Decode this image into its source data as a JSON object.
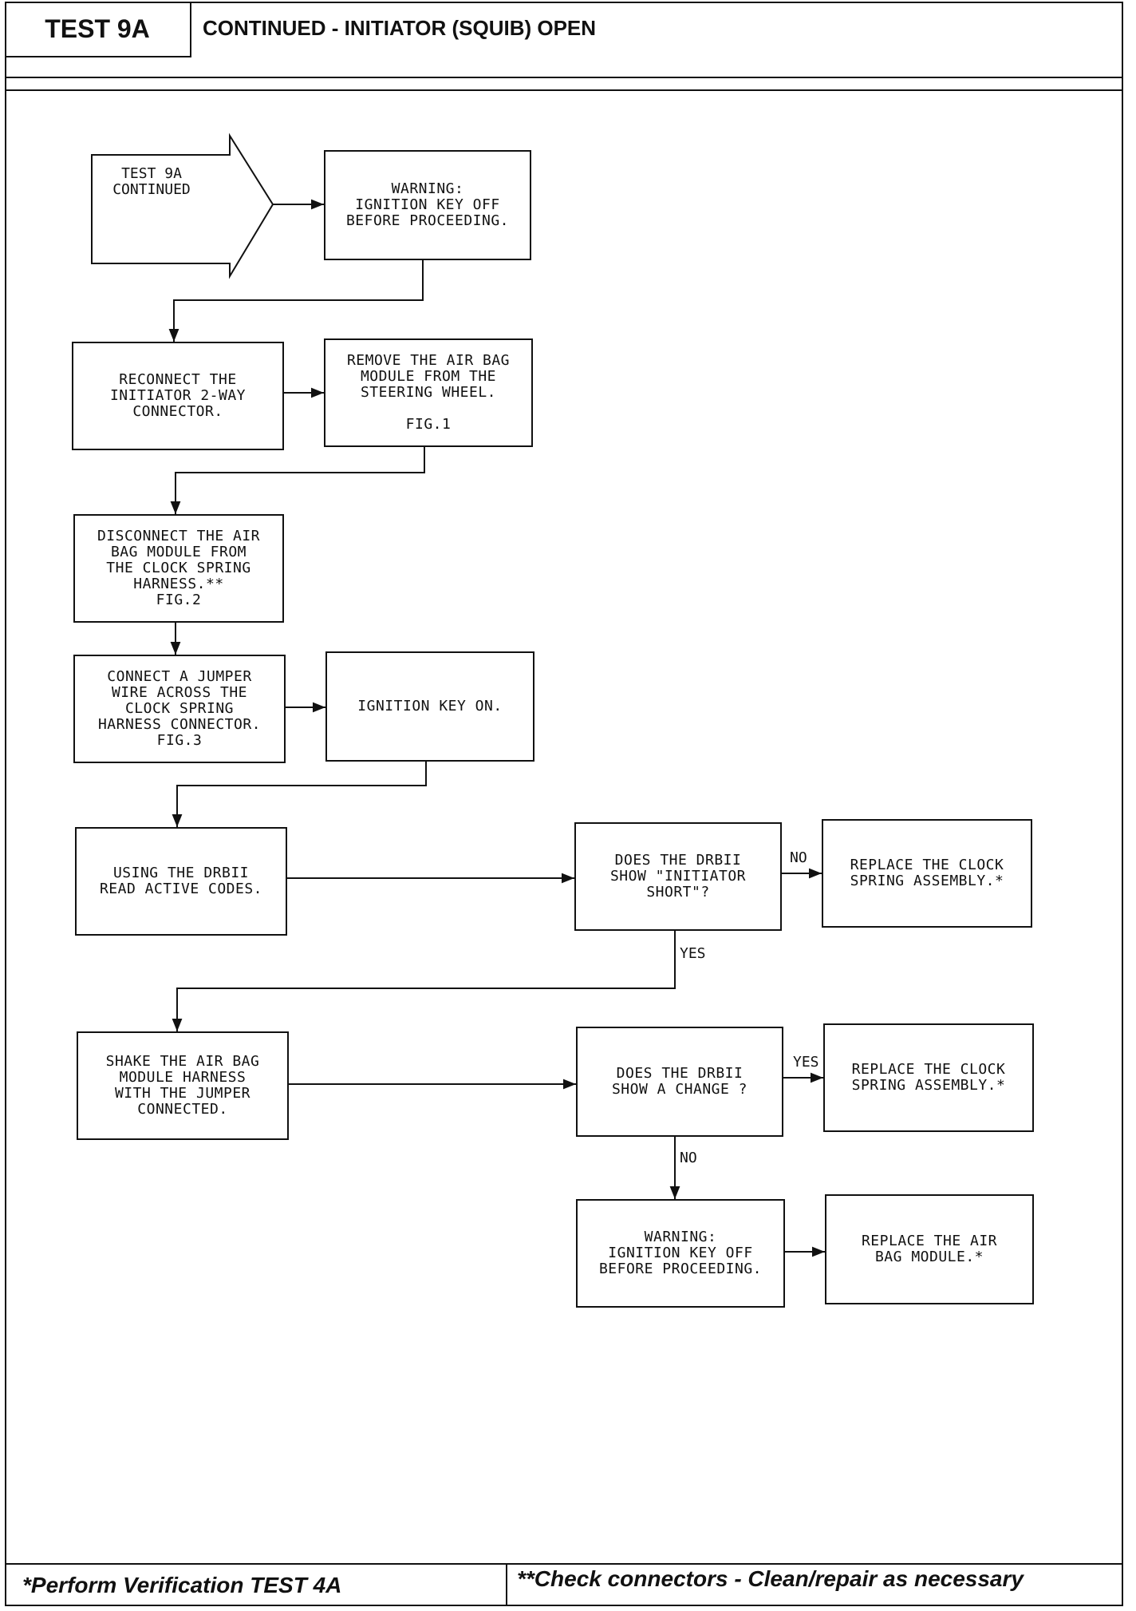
{
  "header": {
    "test_label": "TEST 9A",
    "title": "CONTINUED - INITIATOR (SQUIB) OPEN"
  },
  "footer": {
    "left": "*Perform Verification  TEST 4A",
    "right": "**Check connectors - Clean/repair as necessary"
  },
  "flow": {
    "start": "TEST 9A\nCONTINUED",
    "warning_1": "WARNING:\nIGNITION KEY OFF\nBEFORE PROCEEDING.",
    "reconnect": "RECONNECT THE\nINITIATOR 2-WAY\nCONNECTOR.",
    "remove_module": "REMOVE THE AIR BAG\nMODULE FROM THE\nSTEERING WHEEL.\n\nFIG.1",
    "disconnect": "DISCONNECT THE AIR\nBAG MODULE FROM\nTHE CLOCK SPRING\nHARNESS.**\nFIG.2",
    "jumper": "CONNECT A JUMPER\nWIRE ACROSS THE\nCLOCK SPRING\nHARNESS CONNECTOR.\nFIG.3",
    "ignition_on": "IGNITION KEY ON.",
    "read_codes": "USING THE DRBII\nREAD ACTIVE CODES.",
    "q_short": "DOES THE DRBII\nSHOW \"INITIATOR\nSHORT\"?",
    "replace_clock_1": "REPLACE THE CLOCK\nSPRING ASSEMBLY.*",
    "shake": "SHAKE THE AIR BAG\nMODULE HARNESS\nWITH THE JUMPER\nCONNECTED.",
    "q_change": "DOES THE DRBII\nSHOW A CHANGE ?",
    "replace_clock_2": "REPLACE THE CLOCK\nSPRING ASSEMBLY.*",
    "warning_2": "WARNING:\nIGNITION KEY OFF\nBEFORE PROCEEDING.",
    "replace_airbag": "REPLACE THE AIR\nBAG MODULE.*"
  },
  "labels": {
    "no_1": "NO",
    "yes_1": "YES",
    "yes_2": "YES",
    "no_2": "NO"
  }
}
